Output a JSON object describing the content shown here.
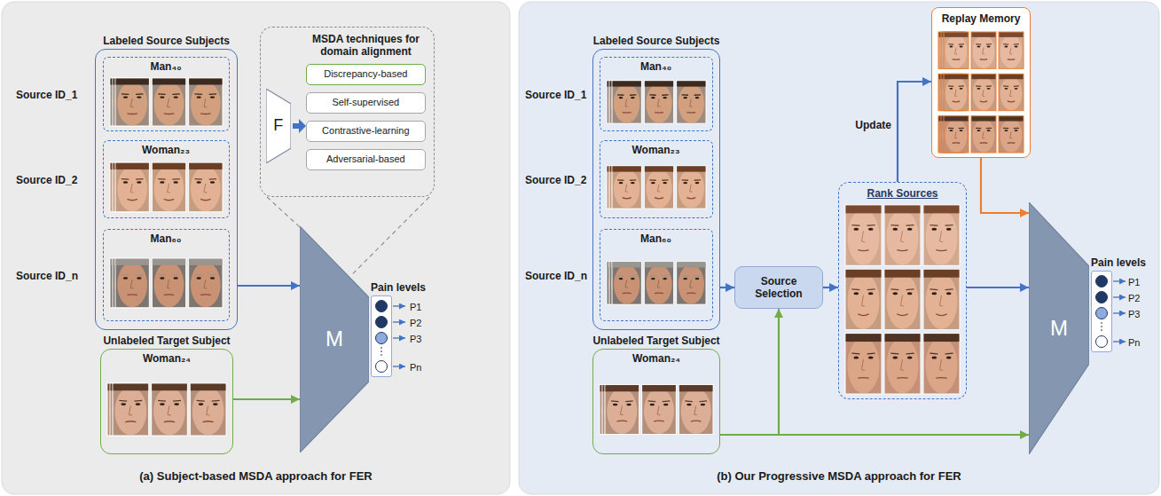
{
  "diagram": {
    "nodes": [
      {
        "text": [
          "(a) Subject-based MSDA approach for FER"
        ]
      },
      {
        "text": [
          "Labeled Source Subjects"
        ],
        "in": 0
      },
      {
        "text": [
          "Man₄₀"
        ],
        "in": 1
      },
      {
        "text": [
          "Woman₂₃"
        ],
        "in": 1
      },
      {
        "text": [
          "Man₆₀"
        ],
        "in": 1
      },
      {
        "text": [
          "MSDA techniques for domain alignment"
        ],
        "in": 0
      },
      {
        "text": [
          "F"
        ],
        "in": 5
      },
      {
        "text": [
          "Discrepancy-based"
        ],
        "in": 5
      },
      {
        "text": [
          "Self-supervised"
        ],
        "in": 5
      },
      {
        "text": [
          "Contrastive-learning"
        ],
        "in": 5
      },
      {
        "text": [
          "Adversarial-based"
        ],
        "in": 5
      },
      {
        "text": [
          "M"
        ],
        "in": 0
      },
      {
        "text": [
          "Pain levels"
        ],
        "in": 0
      },
      {
        "text": [
          "Unlabeled Target Subject",
          "Woman₂₄"
        ],
        "in": 0
      },
      {
        "text": [
          "(b) Our Progressive MSDA approach for FER"
        ]
      },
      {
        "text": [
          "Labeled Source Subjects"
        ],
        "in": 14
      },
      {
        "text": [
          "Man₄₀"
        ],
        "in": 15
      },
      {
        "text": [
          "Woman₂₃"
        ],
        "in": 15
      },
      {
        "text": [
          "Man₆₀"
        ],
        "in": 15
      },
      {
        "text": [
          "Unlabeled Target Subject",
          "Woman₂₄"
        ],
        "in": 14
      },
      {
        "text": [
          "Source Selection"
        ],
        "in": 14
      },
      {
        "text": [
          "Rank Sources"
        ],
        "in": 14
      },
      {
        "text": [
          "Replay Memory"
        ],
        "in": 14
      },
      {
        "text": [
          "M"
        ],
        "in": 14
      },
      {
        "text": [
          "Pain levels"
        ],
        "in": 14
      }
    ],
    "edges": [
      {
        "from": 1,
        "to": 11,
        "arrow": "to"
      },
      {
        "from": 13,
        "to": 11,
        "arrow": "to"
      },
      {
        "from": 15,
        "to": 20,
        "arrow": "to"
      },
      {
        "from": 19,
        "to": 20,
        "arrow": "to"
      },
      {
        "from": 19,
        "to": 23,
        "arrow": "to"
      },
      {
        "from": 20,
        "to": 21,
        "arrow": "to"
      },
      {
        "from": 21,
        "to": 22,
        "label": "Update",
        "arrow": "to"
      },
      {
        "from": 22,
        "to": 23,
        "arrow": "to"
      },
      {
        "from": 21,
        "to": 23,
        "arrow": "to"
      }
    ],
    "labels": [
      "Source ID_1",
      "Source ID_2",
      "Source ID_n",
      "P1",
      "P2",
      "P3",
      "Pn",
      "Source ID_1",
      "Source ID_2",
      "Source ID_n",
      "P1",
      "P2",
      "P3",
      "Pn"
    ]
  }
}
